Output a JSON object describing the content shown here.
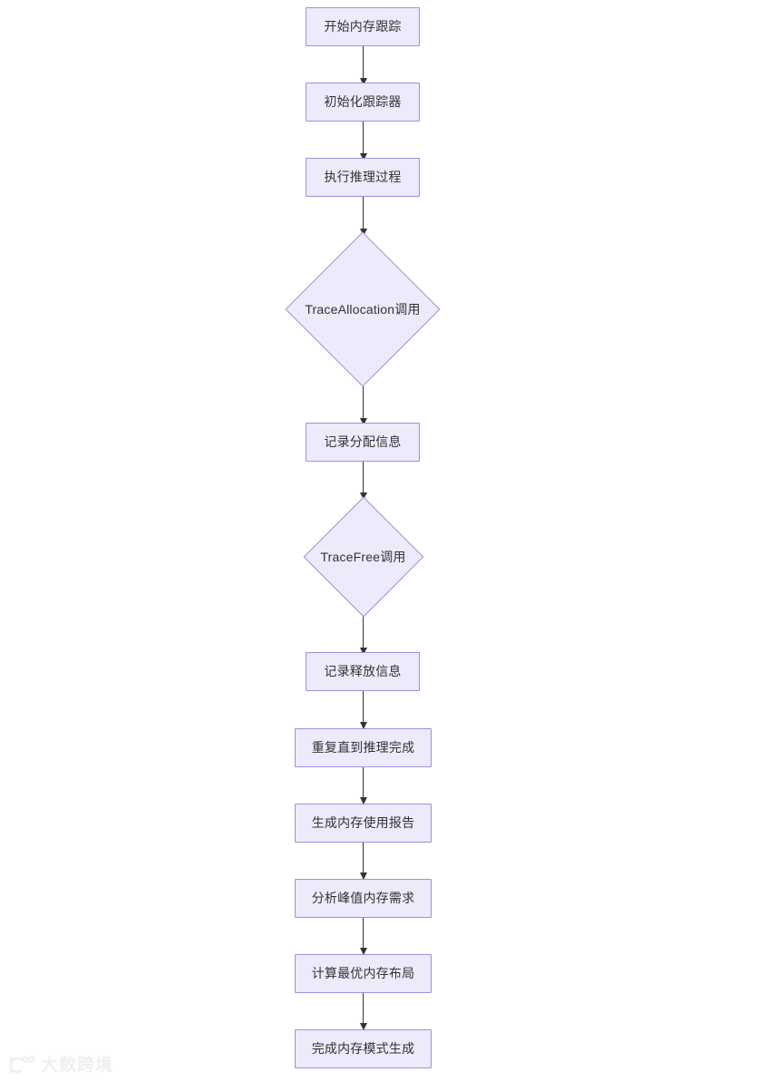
{
  "diagram": {
    "type": "flowchart",
    "direction": "top-to-bottom",
    "theme": {
      "background": "#ffffff",
      "node_fill": "#ECEAFB",
      "node_border": "#9E92D6",
      "text_color": "#333333",
      "edge_color": "#333333"
    },
    "nodes": [
      {
        "id": "n1",
        "shape": "process",
        "label": "开始内存跟踪"
      },
      {
        "id": "n2",
        "shape": "process",
        "label": "初始化跟踪器"
      },
      {
        "id": "n3",
        "shape": "process",
        "label": "执行推理过程"
      },
      {
        "id": "n4",
        "shape": "decision",
        "label": "TraceAllocation调用"
      },
      {
        "id": "n5",
        "shape": "process",
        "label": "记录分配信息"
      },
      {
        "id": "n6",
        "shape": "decision",
        "label": "TraceFree调用"
      },
      {
        "id": "n7",
        "shape": "process",
        "label": "记录释放信息"
      },
      {
        "id": "n8",
        "shape": "process",
        "label": "重复直到推理完成"
      },
      {
        "id": "n9",
        "shape": "process",
        "label": "生成内存使用报告"
      },
      {
        "id": "n10",
        "shape": "process",
        "label": "分析峰值内存需求"
      },
      {
        "id": "n11",
        "shape": "process",
        "label": "计算最优内存布局"
      },
      {
        "id": "n12",
        "shape": "process",
        "label": "完成内存模式生成"
      }
    ],
    "edges": [
      {
        "from": "n1",
        "to": "n2"
      },
      {
        "from": "n2",
        "to": "n3"
      },
      {
        "from": "n3",
        "to": "n4"
      },
      {
        "from": "n4",
        "to": "n5"
      },
      {
        "from": "n5",
        "to": "n6"
      },
      {
        "from": "n6",
        "to": "n7"
      },
      {
        "from": "n7",
        "to": "n8"
      },
      {
        "from": "n8",
        "to": "n9"
      },
      {
        "from": "n9",
        "to": "n10"
      },
      {
        "from": "n10",
        "to": "n11"
      },
      {
        "from": "n11",
        "to": "n12"
      }
    ]
  },
  "watermark": {
    "text": "大数跨境",
    "color": "#EFEFEF"
  }
}
